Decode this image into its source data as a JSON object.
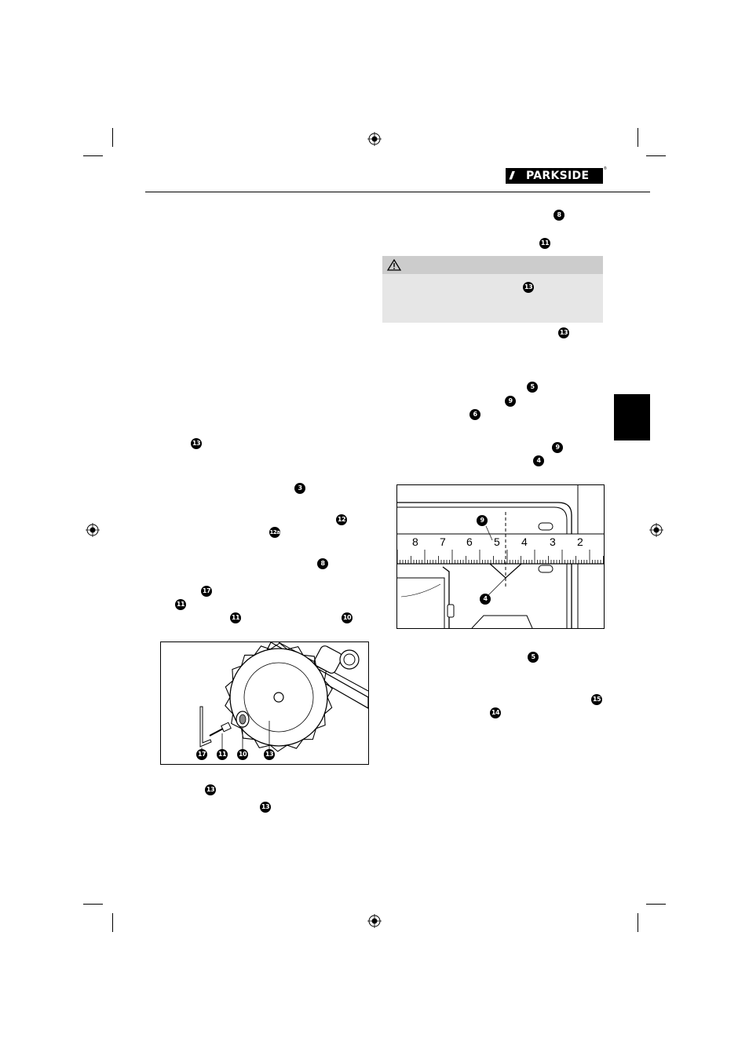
{
  "brand": {
    "name": "PARKSIDE",
    "slashes": "///",
    "trademark": "®"
  },
  "icons": {
    "warning": "warning-triangle-icon",
    "registration": "registration-mark-icon"
  },
  "markers": {
    "m8_top": "8",
    "m11_top": "11",
    "m13_warn": "13",
    "m13_after": "13",
    "m5_a": "5",
    "m9_a": "9",
    "m6_a": "6",
    "m9_b": "9",
    "m4_a": "4",
    "m13_left": "13",
    "m3": "3",
    "m12": "12",
    "m12a": "12a",
    "m8_left": "8",
    "m17": "17",
    "m11_a": "11",
    "m11_b": "11",
    "m10": "10",
    "m5_b": "5",
    "m15": "15",
    "m14": "14",
    "m13_bottom_a": "13",
    "m13_bottom_b": "13"
  },
  "figure_blade": {
    "labels": [
      "17",
      "11",
      "10",
      "13"
    ]
  },
  "figure_scale": {
    "ticks": [
      "8",
      "7",
      "6",
      "5",
      "4",
      "3",
      "2"
    ],
    "label_9": "9",
    "label_4": "4"
  }
}
